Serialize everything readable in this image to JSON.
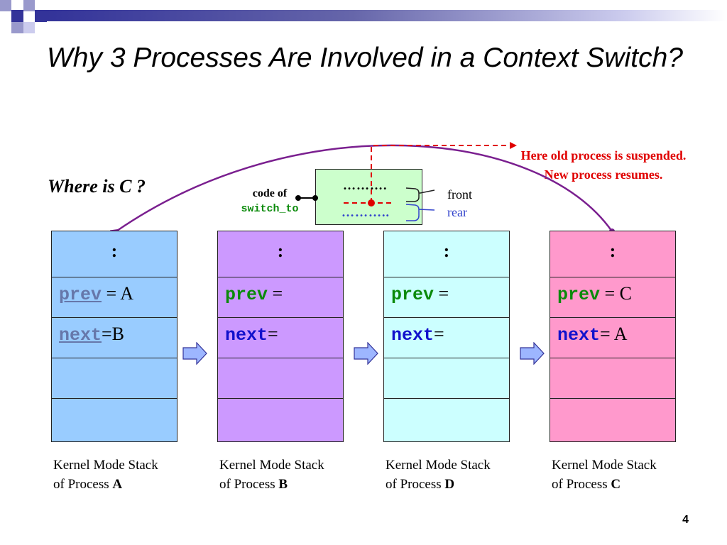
{
  "slide": {
    "title": "Why 3 Processes Are Involved in a Context Switch?",
    "question": "Where is C ?",
    "note": "Here old process is suspended. New process resumes.",
    "page_number": "4"
  },
  "code_box": {
    "label_line1": "code of",
    "label_line2": "switch_to",
    "top_dots": "……….",
    "bottom_dots": "………..",
    "front_label": "front",
    "rear_label": "rear"
  },
  "stacks": [
    {
      "row1": ":",
      "prev_kw": "prev",
      "prev_val": " = A",
      "next_kw": "next",
      "next_val": "=B",
      "caption_line1": "Kernel Mode Stack",
      "caption_line2_prefix": "of Process ",
      "process": "A",
      "color": "#99ccff"
    },
    {
      "row1": ":",
      "prev_kw": "prev",
      "prev_val": " =",
      "next_kw": "next",
      "next_val": "=",
      "caption_line1": "Kernel Mode Stack",
      "caption_line2_prefix": "of Process ",
      "process": "B",
      "color": "#cc99ff"
    },
    {
      "row1": ":",
      "prev_kw": "prev",
      "prev_val": " =",
      "next_kw": "next",
      "next_val": "=",
      "caption_line1": "Kernel Mode Stack",
      "caption_line2_prefix": "of Process ",
      "process": "D",
      "color": "#ccffff"
    },
    {
      "row1": ":",
      "prev_kw": "prev",
      "prev_val": " = C",
      "next_kw": "next",
      "next_val": "= A",
      "caption_line1": "Kernel Mode Stack",
      "caption_line2_prefix": "of Process ",
      "process": "C",
      "color": "#ff99cc"
    }
  ],
  "colors": {
    "note_red": "#e00000",
    "curve_purple": "#7a1f8f",
    "deco_navy": "#333399",
    "deco_lilac": "#9999cc",
    "arrow_fill": "#9db6ff"
  }
}
